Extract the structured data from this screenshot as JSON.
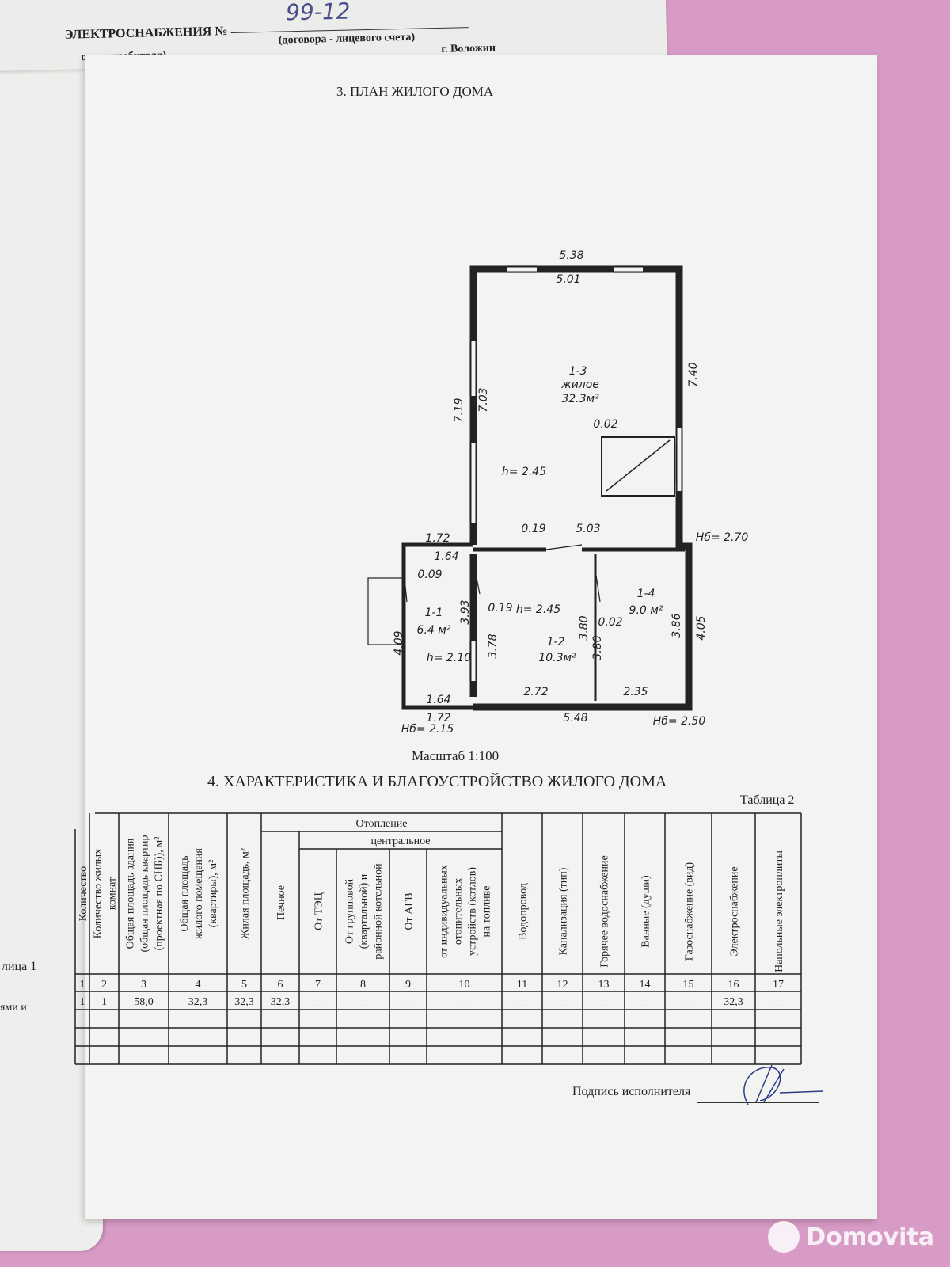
{
  "top_form": {
    "title": "ЭЛЕКТРОСНАБЖЕНИЯ №",
    "contract_number": "99-12",
    "contract_caption": "(договора - лицевого счета)",
    "consumer_caption": "ого потребителя)",
    "city": "г. Воложин"
  },
  "left_page": {
    "table_fragment": "лица 1",
    "row_fragment": "ями и"
  },
  "section3": {
    "title": "3. ПЛАН ЖИЛОГО ДОМА",
    "scale": "Масштаб  1:100",
    "labels": [
      "5.38",
      "5.01",
      "7.40",
      "7.19",
      "7.03",
      "1-3",
      "жилое",
      "32.3м²",
      "0.02",
      "h= 2.45",
      "0.19",
      "5.03",
      "Hб= 2.70",
      "1.72",
      "1.64",
      "0.09",
      "1-1",
      "6.4 м²",
      "3.93",
      "0.19",
      "h= 2.45",
      "1-2",
      "10.3м²",
      "3.78",
      "3.80",
      "0.02",
      "3.80",
      "1-4",
      "9.0 м²",
      "3.86",
      "4.05",
      "4.09",
      "h= 2.10",
      "2.72",
      "2.35",
      "1.64",
      "1.72",
      "5.48",
      "Hб= 2.15",
      "Hб= 2.50"
    ]
  },
  "section4": {
    "title": "4. ХАРАКТЕРИСТИКА И БЛАГОУСТРОЙСТВО ЖИЛОГО ДОМА",
    "table_caption": "Таблица 2",
    "group_heating": "Отопление",
    "group_central": "центральное",
    "columns": [
      [
        "Количество"
      ],
      [
        "Количество жилых",
        "комнат"
      ],
      [
        "Общая площадь здания",
        "(общая площадь квартир",
        "(проектная по СНБ)), м²"
      ],
      [
        "Общая площадь",
        "жилого помещения",
        "(квартиры), м²"
      ],
      [
        "Жилая площадь, м²"
      ],
      [
        "Печное"
      ],
      [
        "От ТЭЦ"
      ],
      [
        "От групповой",
        "(квартальной) и",
        "районной котельной"
      ],
      [
        "От АГВ"
      ],
      [
        "от индивидуальных",
        "отопительных",
        "устройств (котлов)",
        "на  топливе"
      ],
      [
        "Водопровод"
      ],
      [
        "Канализация  (тип)"
      ],
      [
        "Горячее водоснабжение"
      ],
      [
        "Ванные (души)"
      ],
      [
        "Газоснабжение  (вид)"
      ],
      [
        "Электроснабжение"
      ],
      [
        "Напольные электроплиты"
      ]
    ],
    "column_numbers": [
      "1",
      "2",
      "3",
      "4",
      "5",
      "6",
      "7",
      "8",
      "9",
      "10",
      "11",
      "12",
      "13",
      "14",
      "15",
      "16",
      "17"
    ],
    "rows": [
      [
        "1",
        "1",
        "58,0",
        "32,3",
        "32,3",
        "32,3",
        "_",
        "_",
        "_",
        "_",
        "_",
        "_",
        "_",
        "_",
        "_",
        "32,3",
        "_"
      ]
    ],
    "signature_label": "Подпись исполнителя"
  },
  "watermark": "Domovita"
}
